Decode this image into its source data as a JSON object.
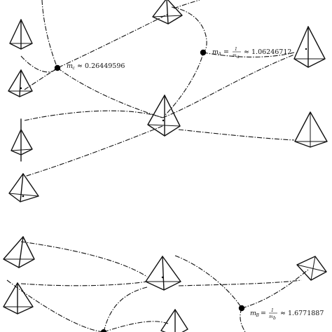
{
  "diagram": {
    "labels": {
      "mc": {
        "symbol": "m",
        "sub": "c",
        "relation": "≈",
        "value": "0.26449596"
      },
      "mA": {
        "symbol": "m",
        "sub": "A",
        "relation": "=",
        "frac_num": "1",
        "frac_den_symbol": "m",
        "frac_den_sub": "a",
        "approx": "≈",
        "value": "1.06246712"
      },
      "mB": {
        "symbol": "m",
        "sub": "B",
        "relation": "=",
        "frac_num": "1",
        "frac_den_symbol": "m",
        "frac_den_sub": "b",
        "approx": "≈",
        "value": "1.6771887"
      }
    }
  }
}
